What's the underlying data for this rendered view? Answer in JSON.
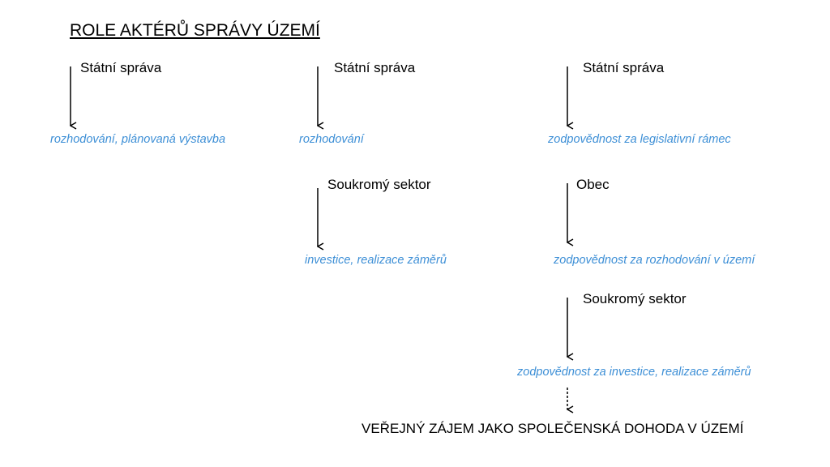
{
  "title": "ROLE AKTÉRŮ SPRÁVY ÚZEMÍ",
  "columns": [
    {
      "actors": [
        {
          "name": "Státní správa",
          "role": "rozhodování, plánovaná výstavba"
        }
      ]
    },
    {
      "actors": [
        {
          "name": "Státní správa",
          "role": "rozhodování"
        },
        {
          "name": "Soukromý sektor",
          "role": "investice, realizace záměrů"
        }
      ]
    },
    {
      "actors": [
        {
          "name": "Státní správa",
          "role": "zodpovědnost za legislativní rámec"
        },
        {
          "name": "Obec",
          "role": "zodpovědnost za rozhodování v území"
        },
        {
          "name": "Soukromý sektor",
          "role": "zodpovědnost za investice, realizace záměrů"
        }
      ]
    }
  ],
  "conclusion": "VEŘEJNÝ ZÁJEM JAKO SPOLEČENSKÁ DOHODA V ÚZEMÍ",
  "colors": {
    "role_text": "#3d8fd6"
  }
}
